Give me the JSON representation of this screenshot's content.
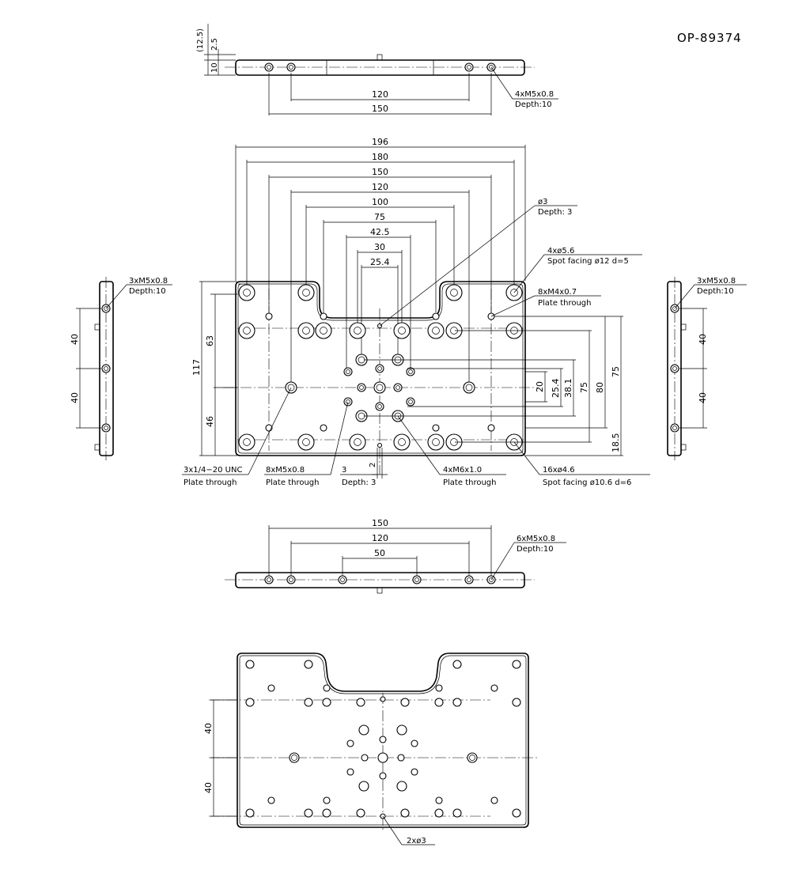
{
  "drawing_code": "OP-89374",
  "top_view": {
    "dims": [
      "(12.5)",
      "2.5",
      "10",
      "120",
      "150"
    ],
    "callout": [
      "4xM5x0.8",
      "Depth:10"
    ]
  },
  "plan_view": {
    "horizontal_dims": [
      "196",
      "180",
      "150",
      "120",
      "100",
      "75",
      "42.5",
      "30",
      "25.4"
    ],
    "left_dims": [
      "117",
      "63",
      "46"
    ],
    "right_dims": [
      "20",
      "25.4",
      "38.1",
      "75",
      "80",
      "75",
      "18.5"
    ],
    "bottom_dims": [
      "2"
    ],
    "callouts": {
      "phi3": [
        "ø3",
        "Depth: 3"
      ],
      "spot12": [
        "4xø5.6",
        "Spot facing ø12 d=5"
      ],
      "m4": [
        "8xM4x0.7",
        "Plate through"
      ],
      "unc": [
        "3x1/4−20 UNC",
        "Plate through"
      ],
      "m5": [
        "8xM5x0.8",
        "Plate through"
      ],
      "depth3": [
        "3",
        "Depth: 3"
      ],
      "m6": [
        "4xM6x1.0",
        "Plate through"
      ],
      "spot106": [
        "16xø4.6",
        "Spot facing ø10.6 d=6"
      ]
    }
  },
  "left_view": {
    "dims": [
      "40",
      "40"
    ],
    "callout": [
      "3xM5x0.8",
      "Depth:10"
    ]
  },
  "right_view": {
    "dims": [
      "40",
      "40"
    ],
    "callout": [
      "3xM5x0.8",
      "Depth:10"
    ]
  },
  "front_view": {
    "dims": [
      "150",
      "120",
      "50"
    ],
    "callout": [
      "6xM5x0.8",
      "Depth:10"
    ]
  },
  "bottom_view": {
    "dims": [
      "40",
      "40"
    ],
    "callout": "2xø3"
  }
}
